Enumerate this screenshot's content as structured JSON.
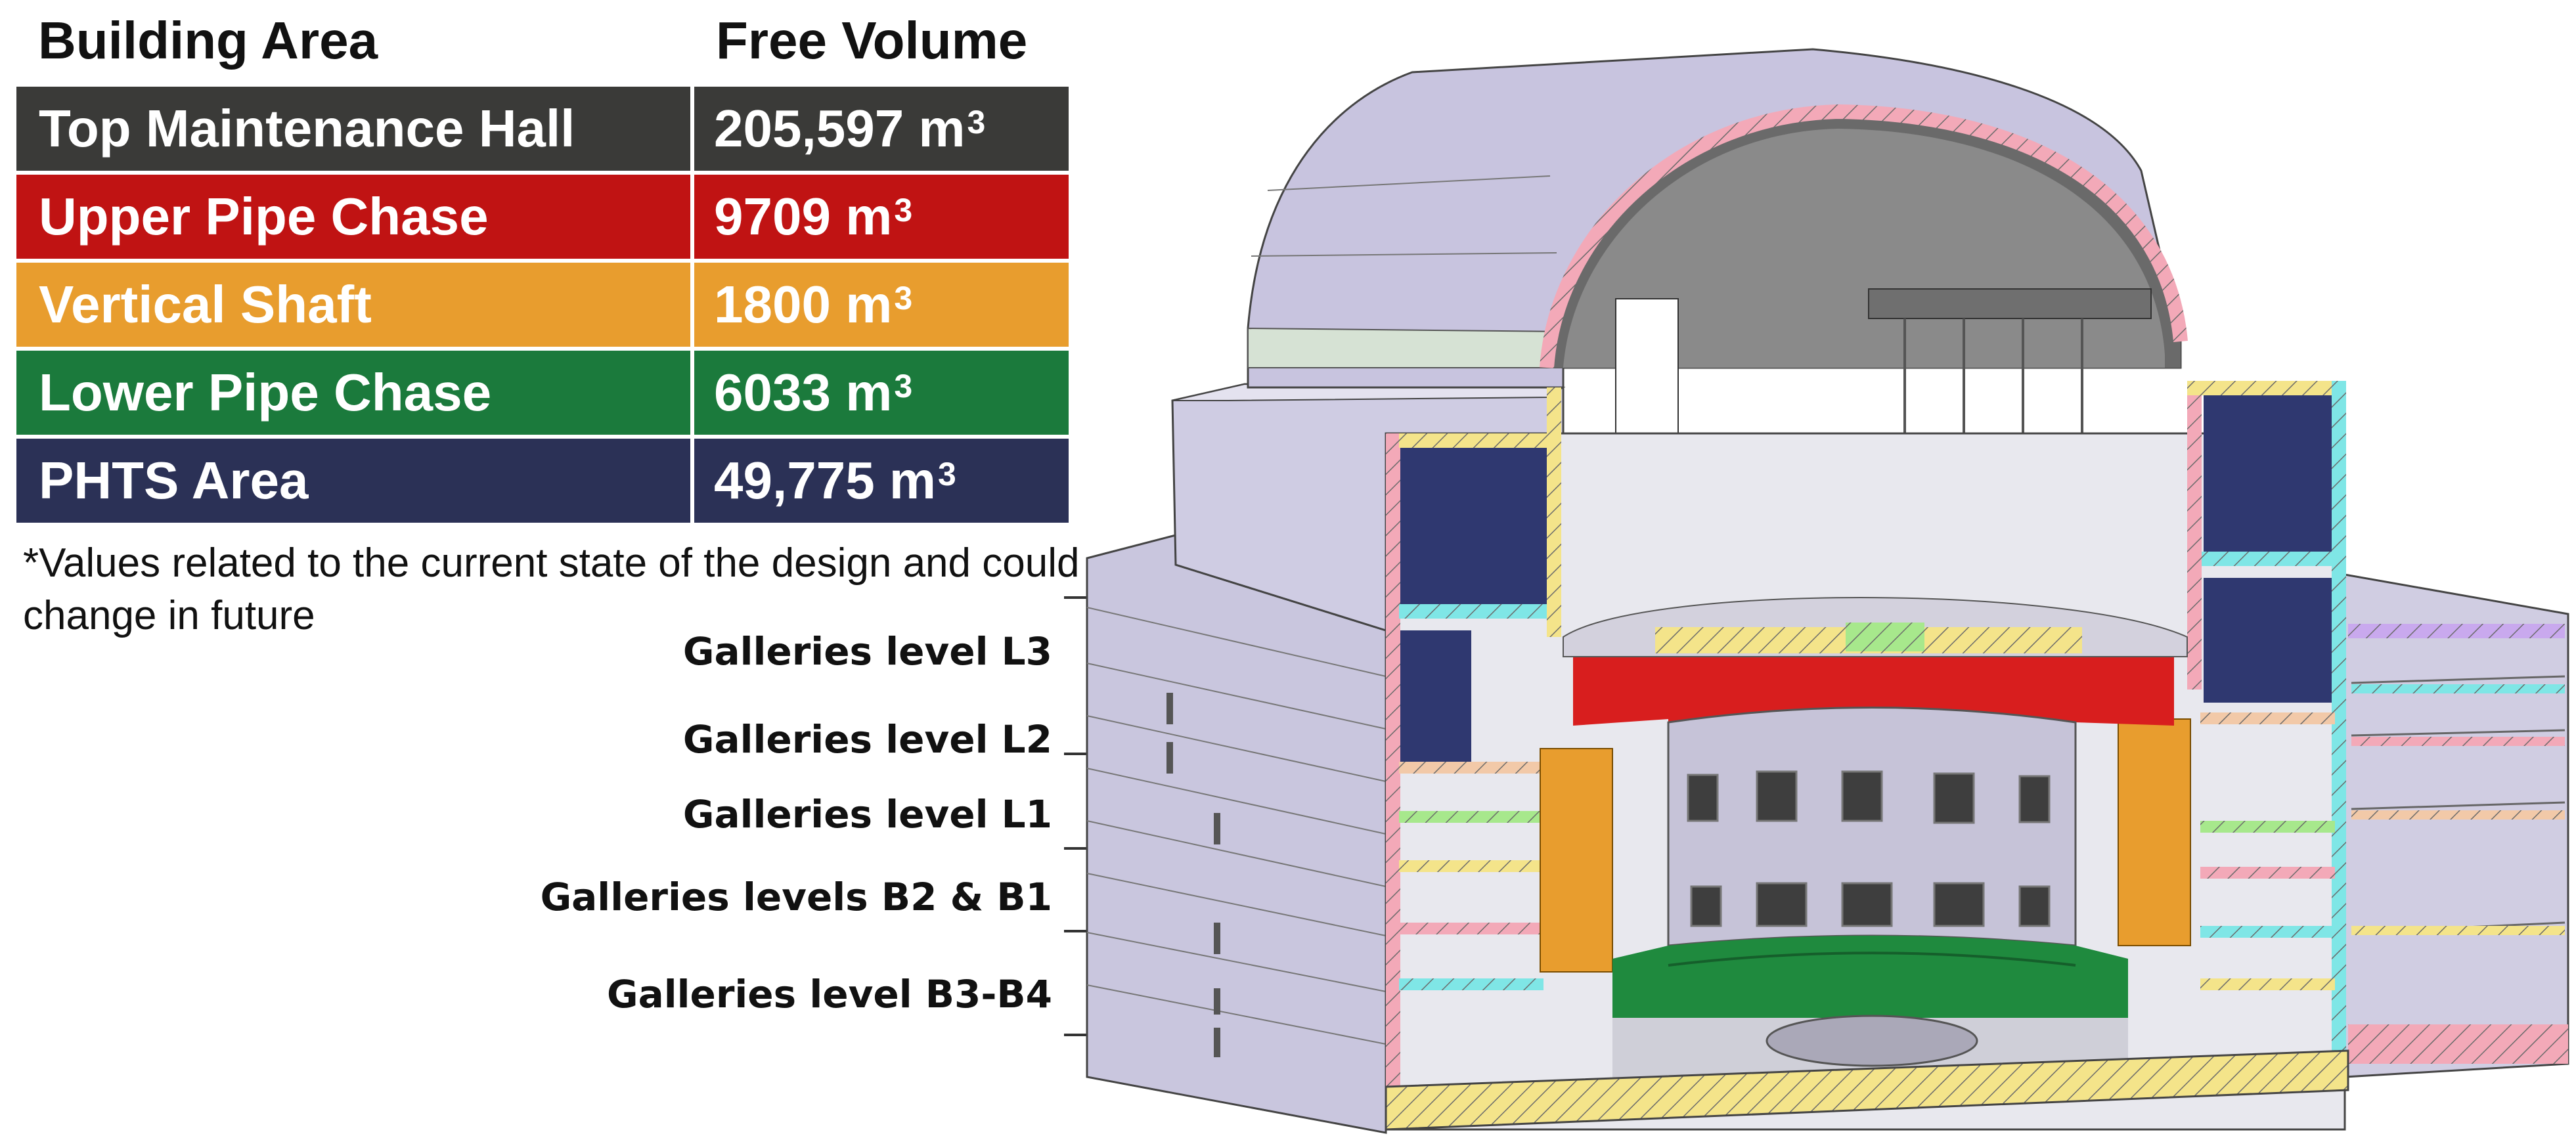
{
  "table": {
    "header_area": "Building Area",
    "header_volume": "Free Volume",
    "rows": [
      {
        "area": "Top Maintenance Hall",
        "volume": "205,597 m",
        "unit_exp": "3",
        "color": "#3a3a38"
      },
      {
        "area": "Upper Pipe Chase",
        "volume": "9709 m",
        "unit_exp": "3",
        "color": "#c01313"
      },
      {
        "area": "Vertical Shaft",
        "volume": "1800 m",
        "unit_exp": "3",
        "color": "#e89d2e"
      },
      {
        "area": "Lower Pipe Chase",
        "volume": "6033 m",
        "unit_exp": "3",
        "color": "#1b7a3c"
      },
      {
        "area": "PHTS Area",
        "volume": "49,775 m",
        "unit_exp": "3",
        "color": "#2b3156"
      }
    ]
  },
  "note": "*Values related to the current state of the design and could change in future",
  "levels": [
    "Galleries level L3",
    "Galleries level L2",
    "Galleries level L1",
    "Galleries levels B2 & B1",
    "Galleries level B3-B4"
  ]
}
